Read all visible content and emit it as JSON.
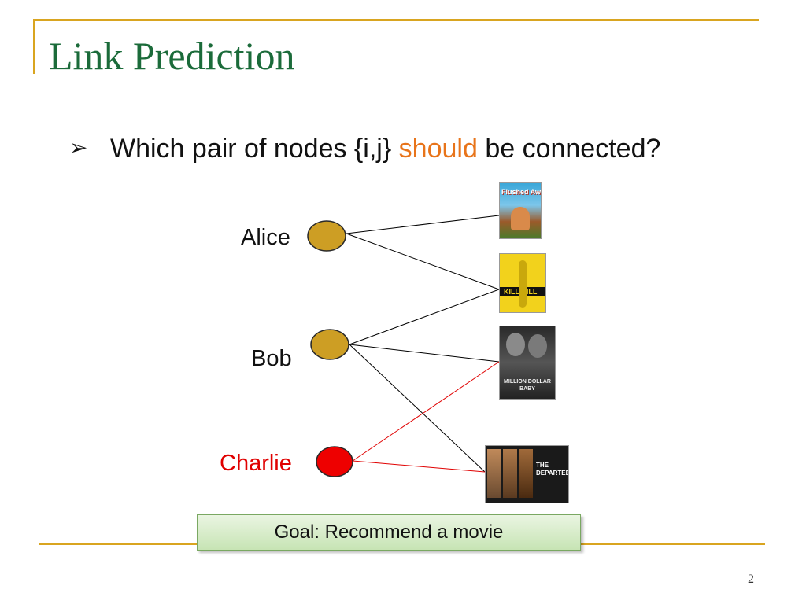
{
  "slide": {
    "title": "Link Prediction",
    "page_number": "2"
  },
  "bullet": {
    "prefix": "Which pair of nodes {i,j}",
    "highlight": "should",
    "suffix": "be connected?"
  },
  "users": [
    {
      "name": "Alice",
      "color": "#cd9e24"
    },
    {
      "name": "Bob",
      "color": "#cd9e24"
    },
    {
      "name": "Charlie",
      "color": "#ee0000"
    }
  ],
  "movies": [
    {
      "poster_text": "Flushed Away"
    },
    {
      "poster_text": "KILL BILL"
    },
    {
      "poster_text": "MILLION DOLLAR BABY"
    },
    {
      "poster_text": "THE DEPARTED"
    }
  ],
  "edges": [
    {
      "user": "Alice",
      "movie": "Flushed Away",
      "color": "#000000"
    },
    {
      "user": "Alice",
      "movie": "KILL BILL",
      "color": "#000000"
    },
    {
      "user": "Bob",
      "movie": "KILL BILL",
      "color": "#000000"
    },
    {
      "user": "Bob",
      "movie": "MILLION DOLLAR BABY",
      "color": "#000000"
    },
    {
      "user": "Bob",
      "movie": "THE DEPARTED",
      "color": "#000000"
    },
    {
      "user": "Charlie",
      "movie": "MILLION DOLLAR BABY",
      "color": "#e00000",
      "predicted": true
    },
    {
      "user": "Charlie",
      "movie": "THE DEPARTED",
      "color": "#e00000"
    }
  ],
  "goal": {
    "label": "Goal: Recommend a movie"
  },
  "colors": {
    "title": "#1b6b3a",
    "accent_line": "#d9a520",
    "highlight": "#e8741a",
    "charlie": "#ee0000"
  }
}
